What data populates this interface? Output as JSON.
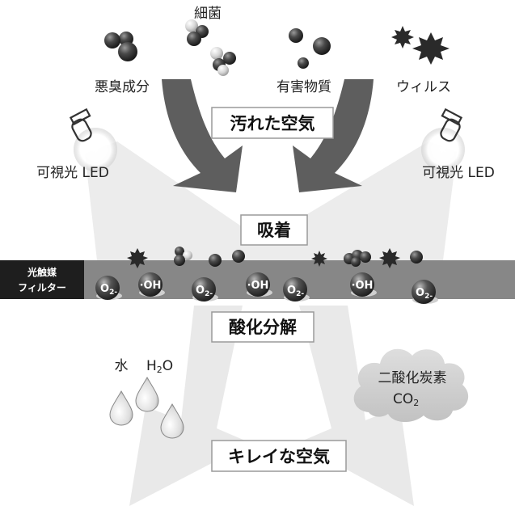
{
  "labels": {
    "bacteria": "細菌",
    "odor": "悪臭成分",
    "harmful": "有害物質",
    "virus": "ウィルス",
    "led_left": "可視光 LED",
    "led_right": "可視光 LED",
    "water": "水",
    "h2o_h": "H",
    "h2o_sub": "2",
    "h2o_o": "O",
    "co2_name": "二酸化炭素",
    "co2_main": "CO",
    "co2_sub": "2"
  },
  "boxes": {
    "dirty_air": "汚れた空気",
    "adsorption": "吸着",
    "decomposition": "酸化分解",
    "clean_air": "キレイな空気"
  },
  "filter": {
    "line1": "光触媒",
    "line2": "フィルター"
  },
  "ions": [
    {
      "main": "O",
      "sub": "2-"
    },
    {
      "main": "·OH",
      "sub": ""
    },
    {
      "main": "O",
      "sub": "2-"
    },
    {
      "main": "·OH",
      "sub": ""
    },
    {
      "main": "O",
      "sub": "2-"
    },
    {
      "main": "·OH",
      "sub": ""
    },
    {
      "main": "O",
      "sub": "2-"
    }
  ],
  "colors": {
    "filter_band": "#878787",
    "filter_label_bg": "#1e1e1e",
    "arrow_dark": "#5e5e5e",
    "arrow_light": "#e9e9e9",
    "light_beam": "#ececec",
    "box_border": "#9a9a9a"
  }
}
